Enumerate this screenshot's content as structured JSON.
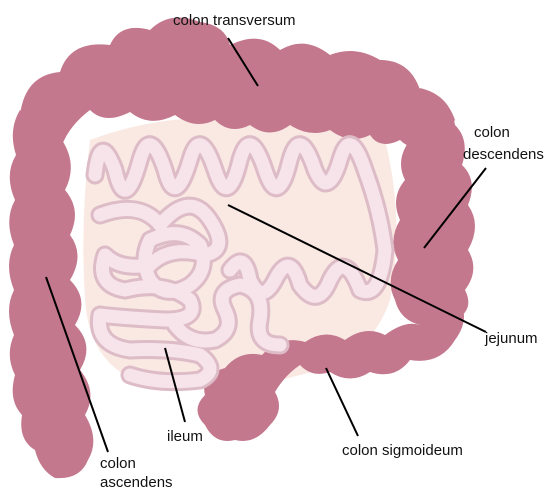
{
  "labels": {
    "colon_transversum": "colon transversum",
    "colon_descendens_line1": "colon",
    "colon_descendens_line2": "descendens",
    "jejunum": "jejunum",
    "ileum": "ileum",
    "colon_sigmoideum": "colon sigmoideum",
    "colon_ascendens_line1": "colon",
    "colon_ascendens_line2": "ascendens"
  },
  "colors": {
    "colon": "#c4788e",
    "intestine": "#f7e4ea",
    "intestine_shade": "#ddbcc7",
    "intestine_bg": "#f9e9e2",
    "leader_line": "#000000"
  }
}
